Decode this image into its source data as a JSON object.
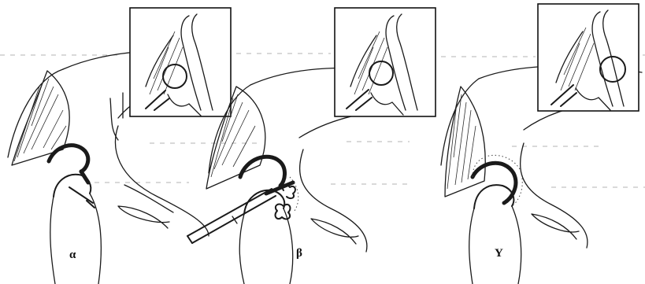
{
  "panels": [
    {
      "id": "alpha",
      "label": "α"
    },
    {
      "id": "beta",
      "label": "β"
    },
    {
      "id": "gamma",
      "label": "Y"
    }
  ]
}
